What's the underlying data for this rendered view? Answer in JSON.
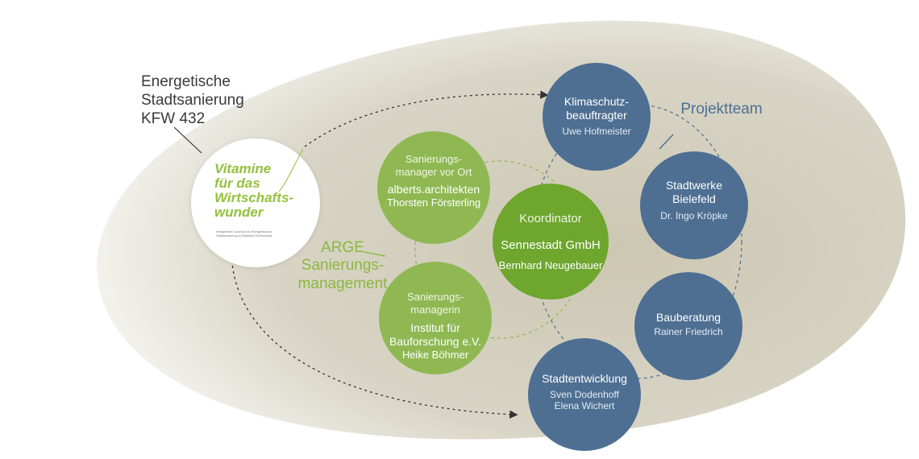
{
  "colors": {
    "dark_green": "#6ea62e",
    "light_green": "#8fb853",
    "blue": "#4e6f92",
    "oval": "#d4d0c0",
    "accent_green": "#93c13c"
  },
  "program": {
    "line1": "Energetische",
    "line2": "Stadtsanierung",
    "line3": "KFW 432"
  },
  "logo": {
    "line1": "Vitamine",
    "line2": "für das",
    "line3": "Wirtschafts-",
    "line4": "wunder",
    "fine1": "Integriertes Konzept zur Energetischen",
    "fine2": "Stadtsanierung in Bielefeld-Sennestadt"
  },
  "arge": {
    "line1": "ARGE",
    "line2": "Sanierungs-",
    "line3": "management"
  },
  "projektteam": "Projektteam",
  "coordinator": {
    "role": "Koordinator",
    "org": "Sennestadt GmbH",
    "person": "Bernhard Neugebauer"
  },
  "manager_vor_ort": {
    "role1": "Sanierungs-",
    "role2": "manager vor Ort",
    "org": "alberts.architekten",
    "person": "Thorsten Försterling"
  },
  "managerin": {
    "role1": "Sanierungs-",
    "role2": "managerin",
    "org1": "Institut für",
    "org2": "Bauforschung e.V.",
    "person": "Heike Böhmer"
  },
  "klimaschutz": {
    "org1": "Klimaschutz-",
    "org2": "beauftragter",
    "person": "Uwe Hofmeister"
  },
  "stadtwerke": {
    "org1": "Stadtwerke",
    "org2": "Bielefeld",
    "person": "Dr. Ingo Kröpke"
  },
  "bauberatung": {
    "org": "Bauberatung",
    "person": "Rainer Friedrich"
  },
  "stadtentwicklung": {
    "org": "Stadtentwicklung",
    "person1": "Sven Dodenhoff",
    "person2": "Elena Wichert"
  }
}
